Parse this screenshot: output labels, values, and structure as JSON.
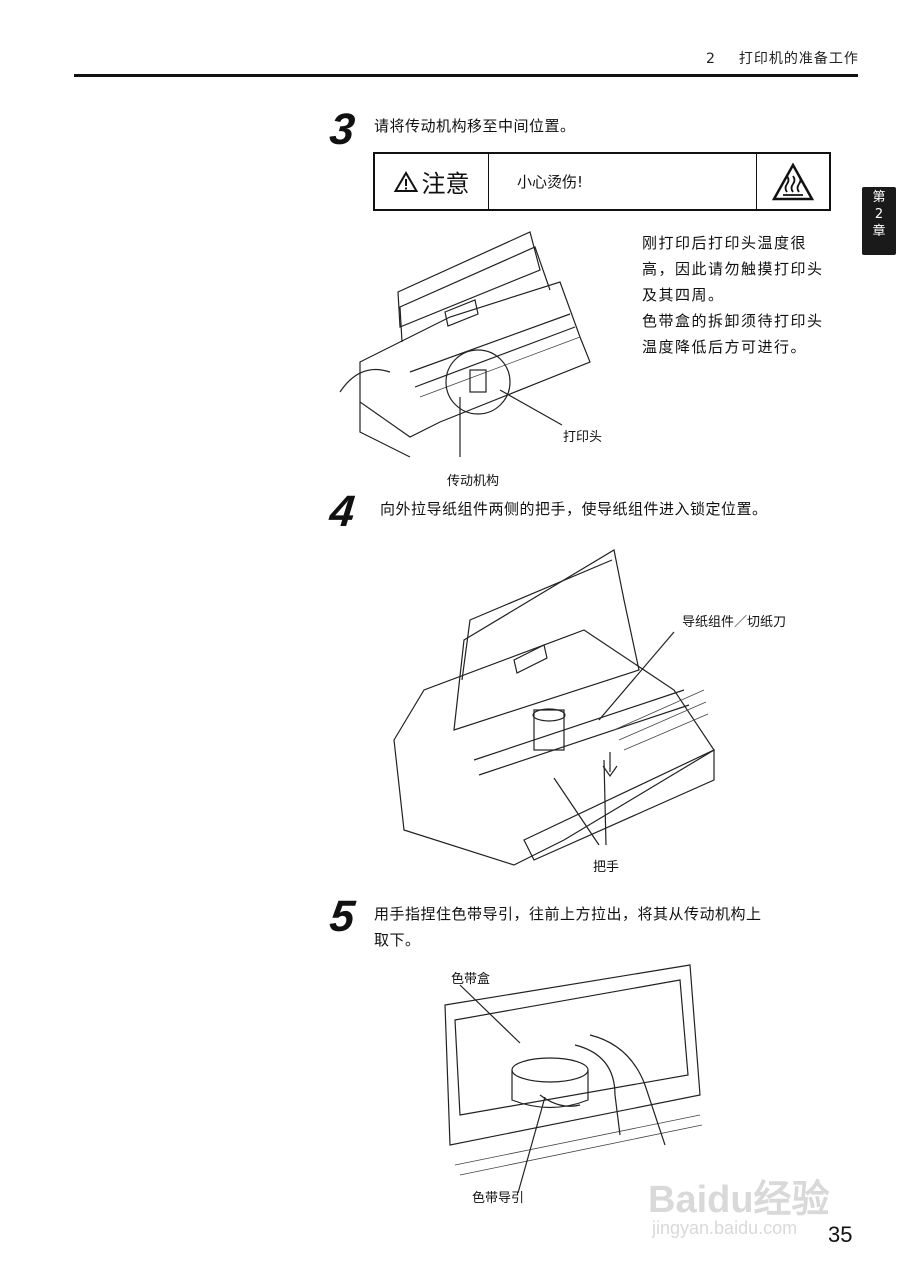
{
  "header": {
    "chapter_section": "2",
    "section_title": "打印机的准备工作"
  },
  "chapter_tab": {
    "line1": "第",
    "line2": "2",
    "line3": "章"
  },
  "steps": [
    {
      "number": "3",
      "text": "请将传动机构移至中间位置。",
      "caution": {
        "label": "注意",
        "message": "小心烫伤!",
        "icon": "hot-surface-warning-icon"
      },
      "note_lines": [
        "刚打印后打印头温度很",
        "高，因此请勿触摸打印头",
        "及其四周。",
        "色带盒的拆卸须待打印头",
        "温度降低后方可进行。"
      ],
      "callouts": {
        "print_head": "打印头",
        "carriage": "传动机构"
      }
    },
    {
      "number": "4",
      "text": "向外拉导纸组件两侧的把手，使导纸组件进入锁定位置。",
      "callouts": {
        "paper_guide": "导纸组件／切纸刀",
        "handle": "把手"
      }
    },
    {
      "number": "5",
      "text_line1": "用手指捏住色带导引，往前上方拉出，将其从传动机构上",
      "text_line2": "取下。",
      "callouts": {
        "ribbon_cassette": "色带盒",
        "ribbon_guide": "色带导引"
      }
    }
  ],
  "page_number": "35",
  "watermark": {
    "brand": "Baidu经验",
    "url": "jingyan.baidu.com"
  }
}
